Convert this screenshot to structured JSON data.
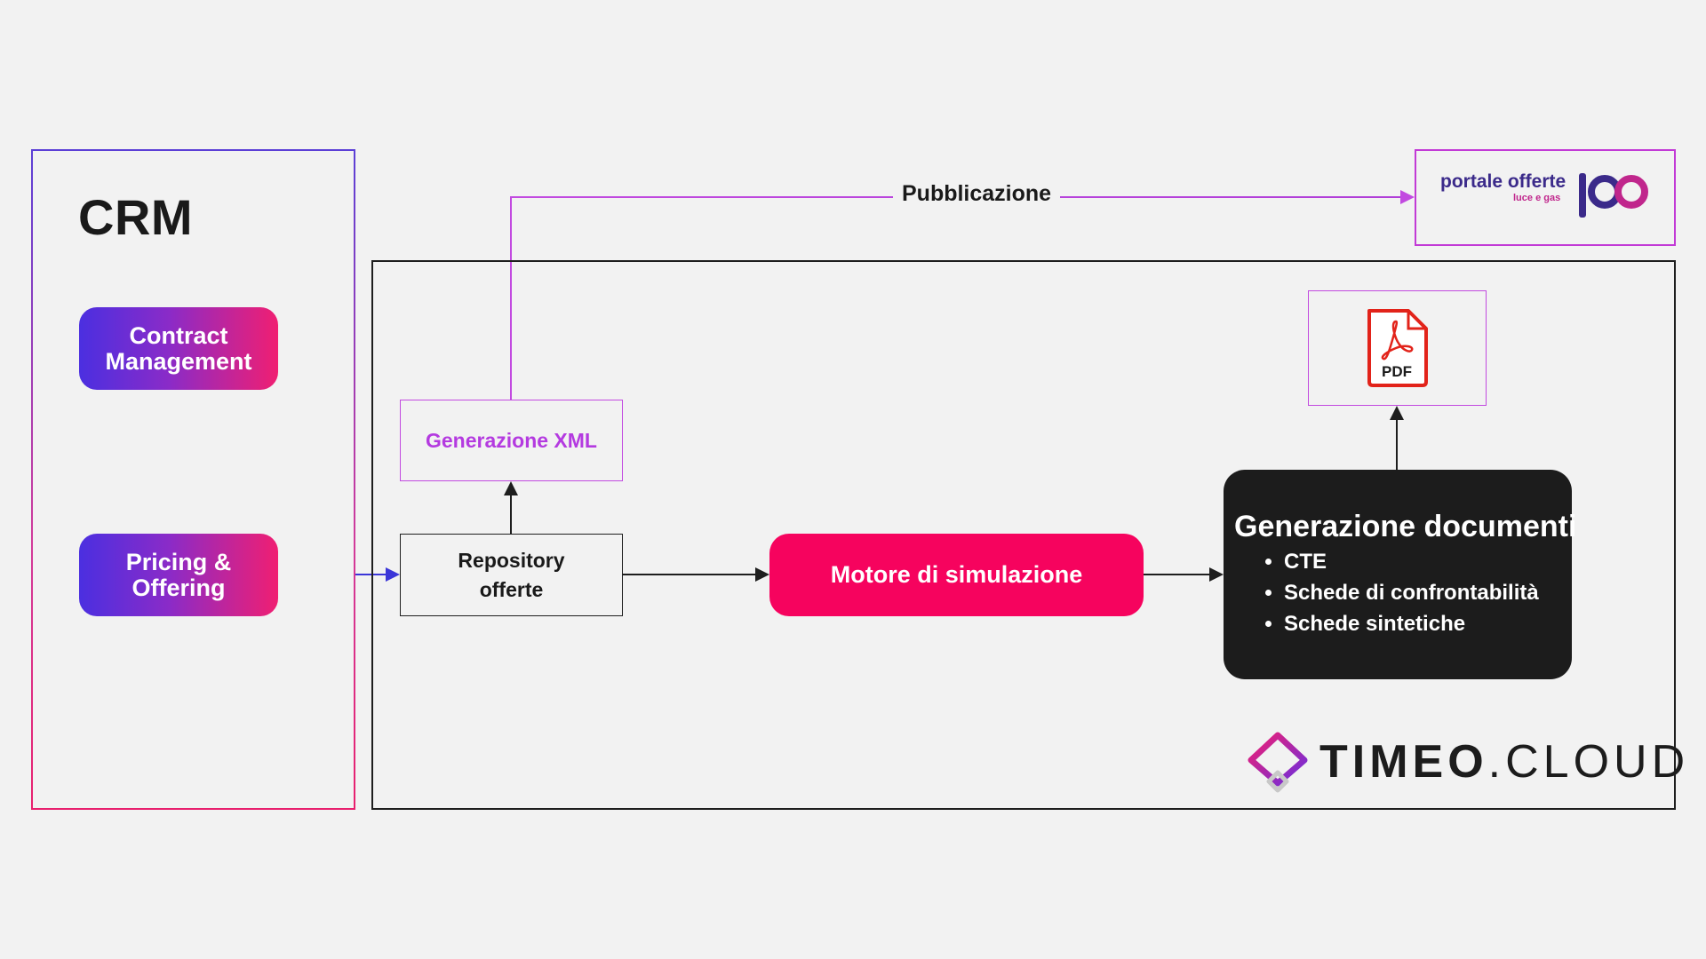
{
  "crm": {
    "title": "CRM",
    "contract_management": "Contract Management",
    "pricing_offering": "Pricing & Offering"
  },
  "flow": {
    "pubblicazione": "Pubblicazione",
    "generazione_xml": "Generazione XML",
    "repository_line1": "Repository",
    "repository_line2": "offerte",
    "motore": "Motore di simulazione",
    "pdf_label": "PDF"
  },
  "documents": {
    "title": "Generazione documenti",
    "items": [
      "CTE",
      "Schede di confrontabilità",
      "Schede sintetiche"
    ]
  },
  "portale": {
    "line1": "portale offerte",
    "line2": "luce e gas",
    "logo_text": "po"
  },
  "timeo": {
    "brand": "TIMEO",
    "suffix": ".CLOUD"
  },
  "colors": {
    "background": "#f2f2f2",
    "accent_pink": "#f6035e",
    "accent_purple": "#c24ae0",
    "gradient_start": "#4b2fe0",
    "gradient_end": "#f01f72",
    "dark_box": "#1c1c1c",
    "pdf_red": "#e2231a"
  },
  "icons": {
    "pdf": "pdf-file-icon",
    "timeo": "timeo-diamond-logo-icon",
    "portale": "portale-offerte-logo-icon"
  }
}
